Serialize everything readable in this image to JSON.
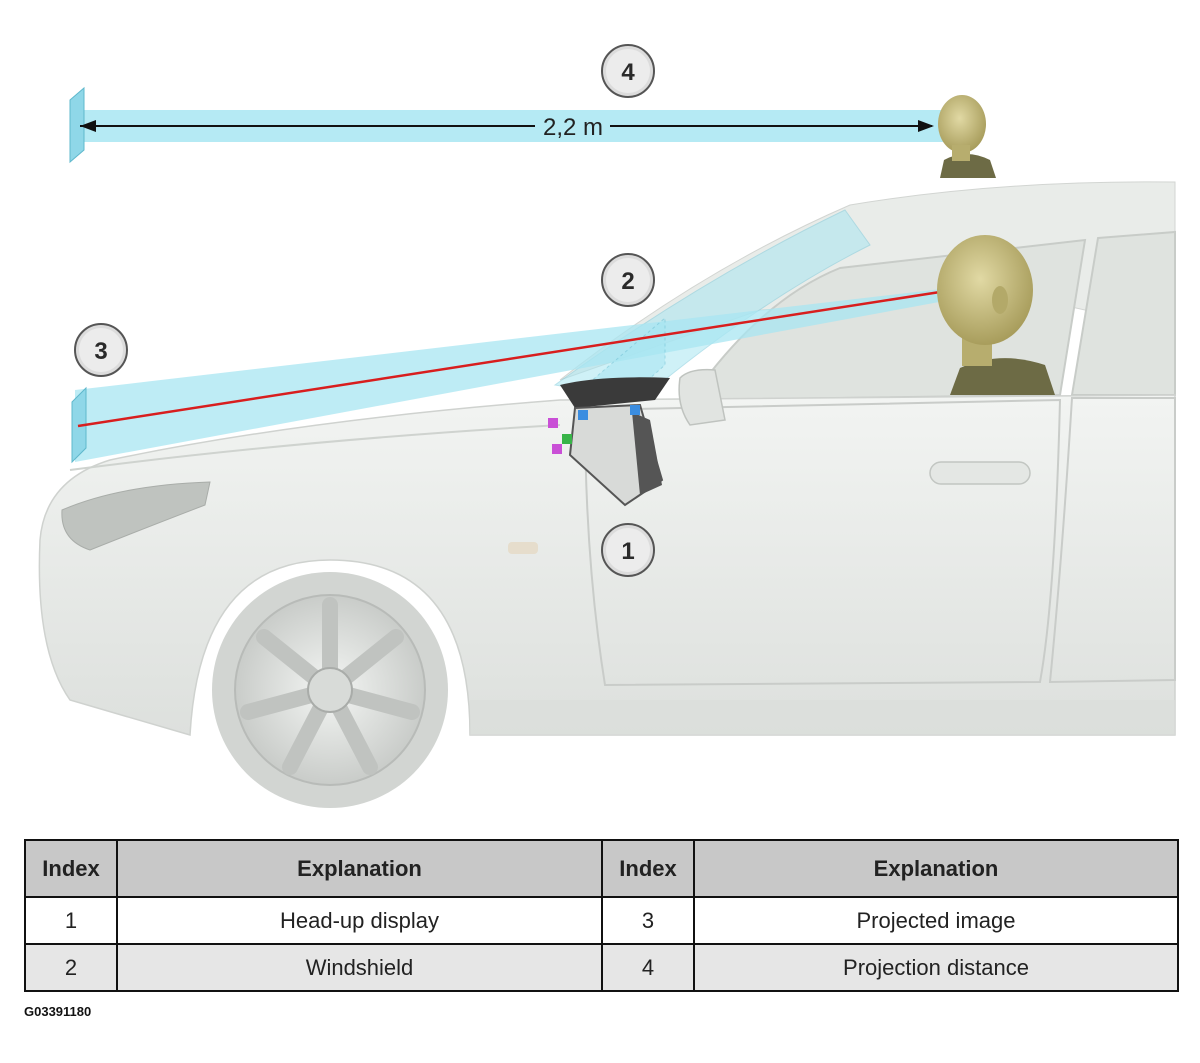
{
  "diagram": {
    "distance_label": "2,2 m",
    "callouts": [
      {
        "id": "1",
        "label": "1"
      },
      {
        "id": "2",
        "label": "2"
      },
      {
        "id": "3",
        "label": "3"
      },
      {
        "id": "4",
        "label": "4"
      }
    ],
    "colors": {
      "beam": "#a8e6f2",
      "sight_line": "#d81e1e",
      "car_body": "#e8ebe8",
      "head_skin": "#c9c18a",
      "shirt": "#6d6b45"
    }
  },
  "legend": {
    "headers": [
      "Index",
      "Explanation",
      "Index",
      "Explanation"
    ],
    "rows": [
      [
        "1",
        "Head-up display",
        "3",
        "Projected image"
      ],
      [
        "2",
        "Windshield",
        "4",
        "Projection distance"
      ]
    ]
  },
  "figure_id": "G03391180"
}
